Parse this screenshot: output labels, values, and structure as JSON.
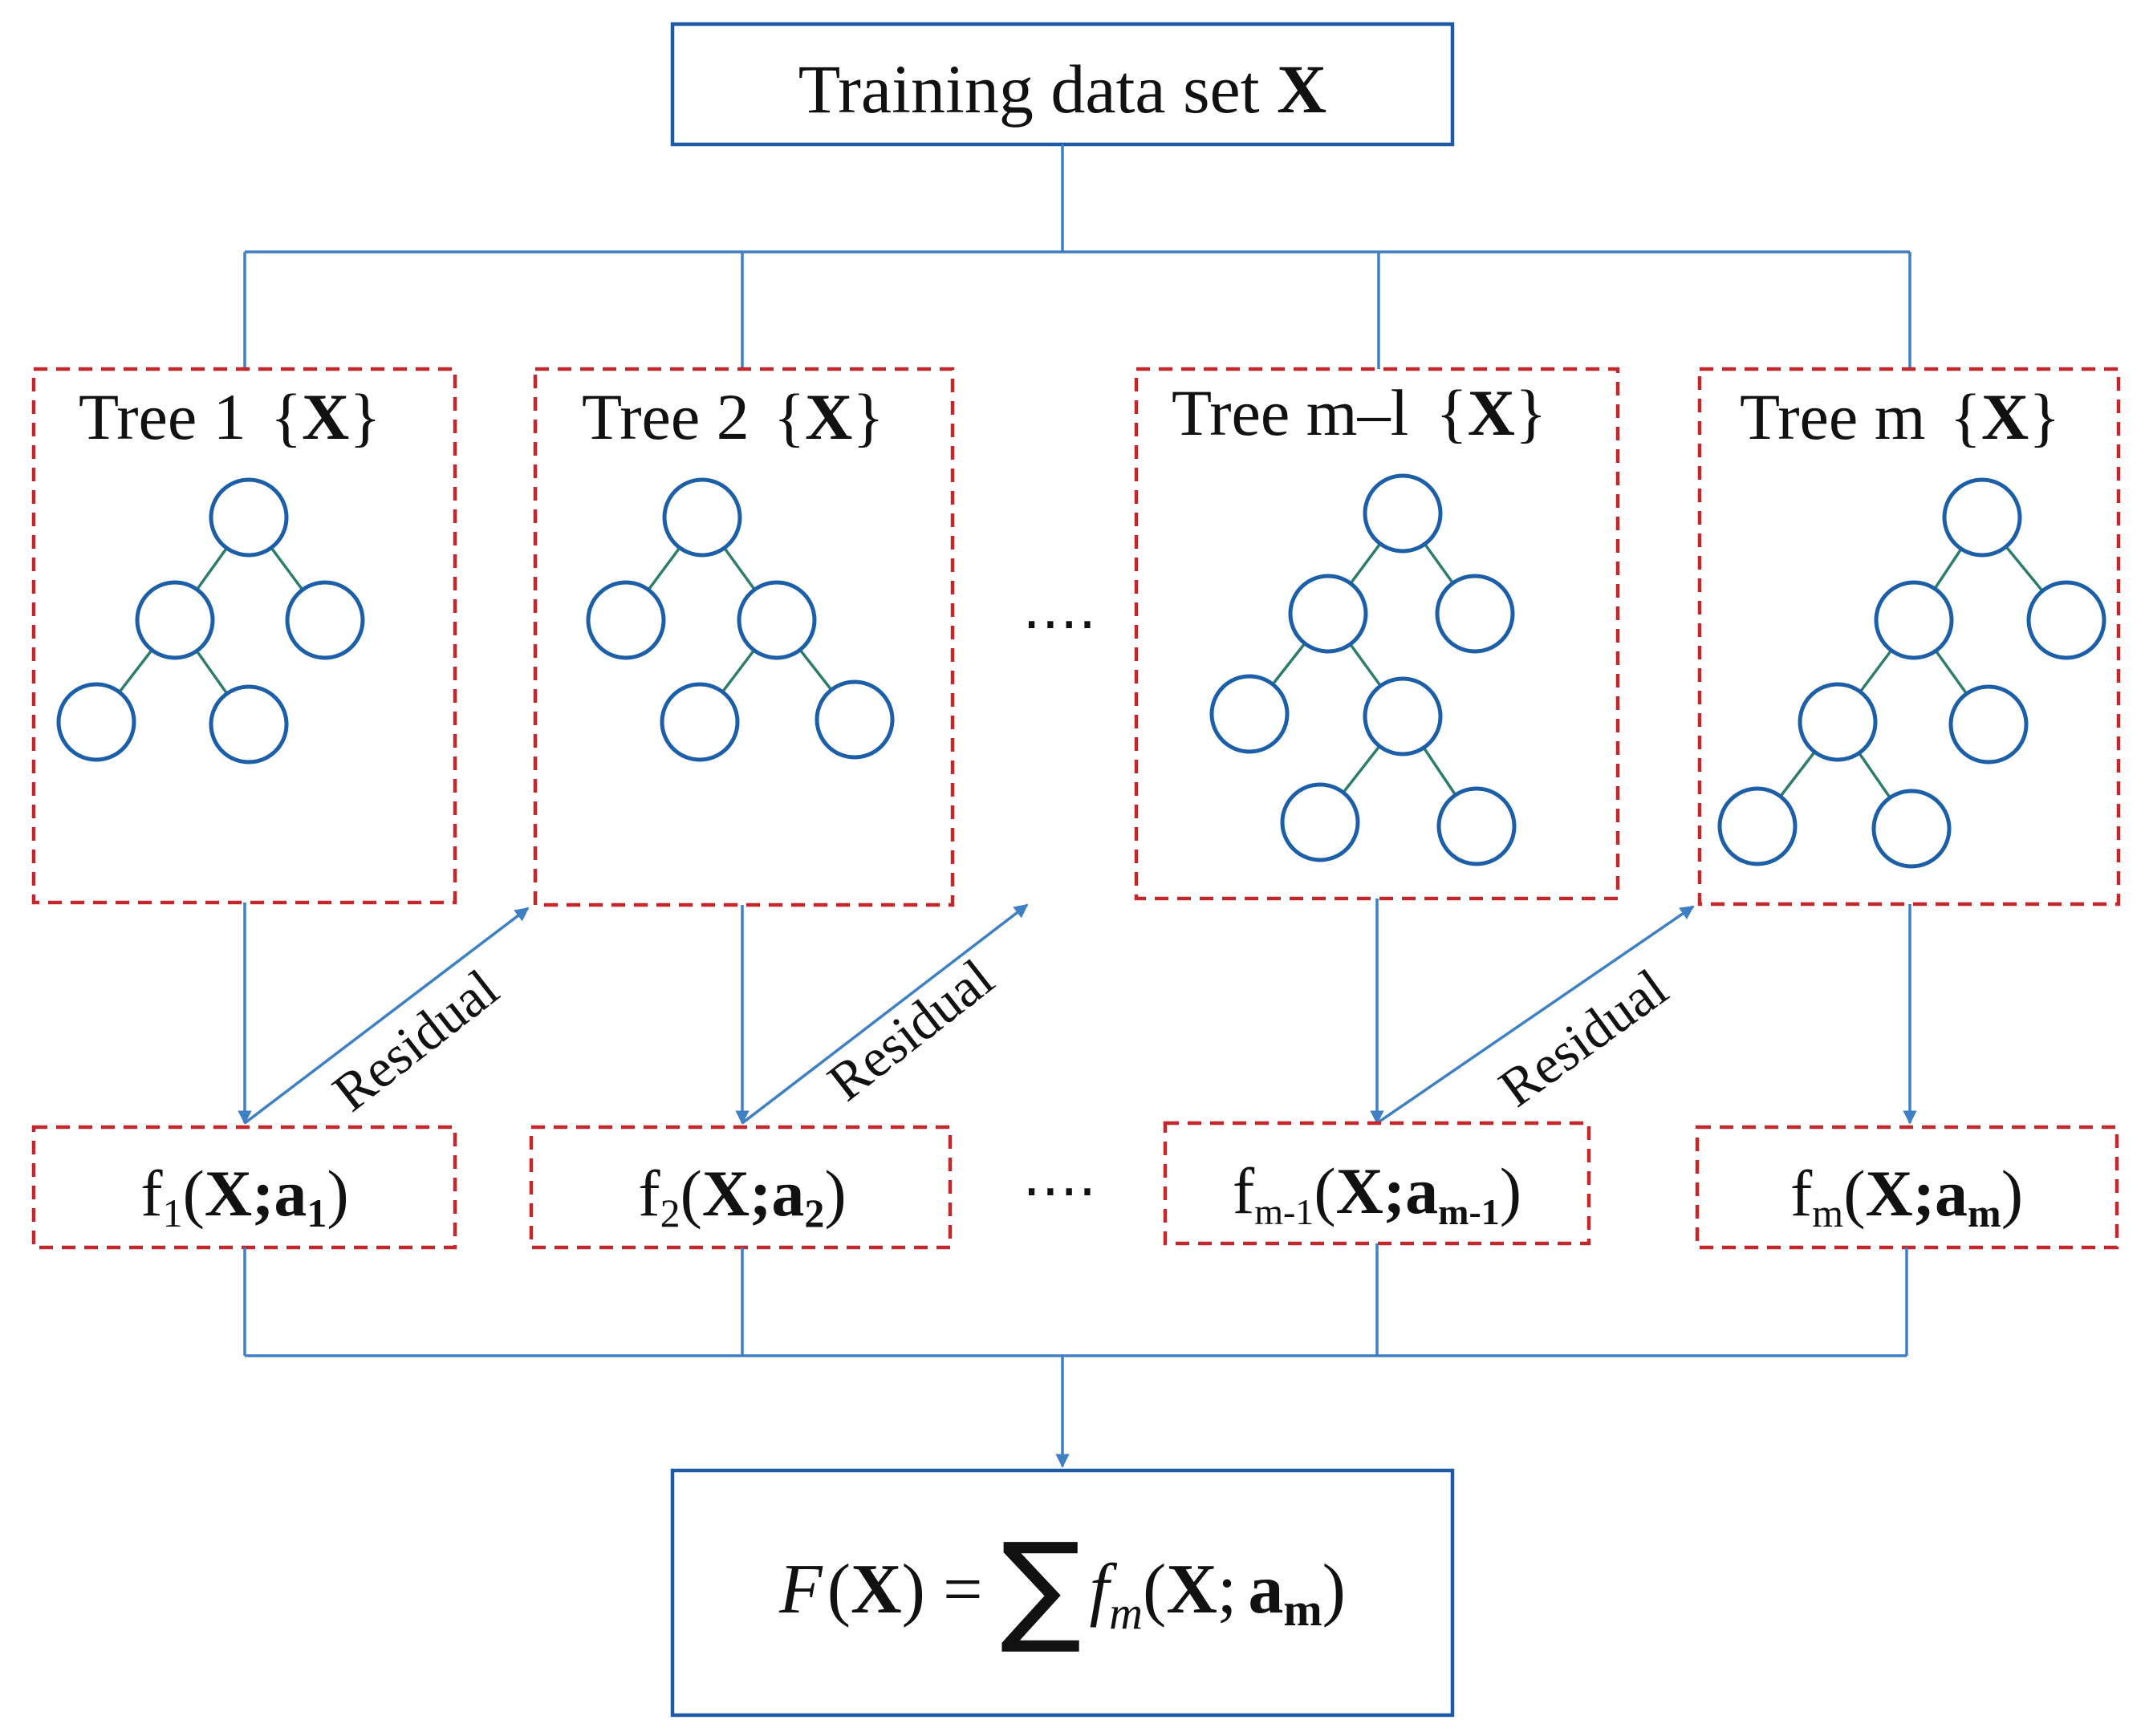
{
  "colors": {
    "box_border": "#1f5aa6",
    "dashed_border": "#c0282d",
    "connector": "#3f7fc4",
    "tree_node": "#1c5fa8",
    "tree_edge": "#2e7d6a",
    "text": "#111111"
  },
  "top_box": {
    "label": "Training data set",
    "symbol": "X"
  },
  "trees": [
    {
      "label": "Tree 1",
      "brace_open": "{",
      "symbol": "X",
      "brace_close": "}"
    },
    {
      "label": "Tree 2",
      "brace_open": "{",
      "symbol": "X",
      "brace_close": "}"
    },
    {
      "label": "Tree m–l",
      "brace_open": "{",
      "symbol": "X",
      "brace_close": "}"
    },
    {
      "label": "Tree m",
      "brace_open": "{",
      "symbol": "X",
      "brace_close": "}"
    }
  ],
  "ellipsis": "….",
  "residual_label": "Residual",
  "functions": [
    {
      "f": "f",
      "f_sub": "1",
      "open": "(",
      "x": "X;",
      "a": "a",
      "a_sub": "1",
      "close": ")"
    },
    {
      "f": "f",
      "f_sub": "2",
      "open": "(",
      "x": "X;",
      "a": "a",
      "a_sub": "2",
      "close": ")"
    },
    {
      "f": "f",
      "f_sub": "m-1",
      "open": "(",
      "x": "X;",
      "a": "a",
      "a_sub": "m-1",
      "close": ")"
    },
    {
      "f": "f",
      "f_sub": "m",
      "open": "(",
      "x": "X;",
      "a": "a",
      "a_sub": "m",
      "close": ")"
    }
  ],
  "formula": {
    "F": "F",
    "open1": "(",
    "X1": "X",
    "close1": ")",
    "equals": "=",
    "sum": "∑",
    "f": "f",
    "f_sub": "m",
    "open2": "(",
    "X2": "X",
    "sep": ";",
    "a": "a",
    "a_sub": "m",
    "close2": ")"
  }
}
